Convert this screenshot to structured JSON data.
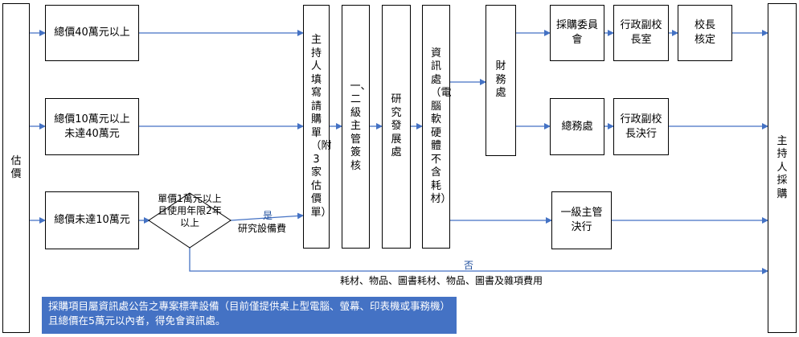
{
  "colors": {
    "arrow": "#4472c4",
    "box_border": "#000000",
    "note_bg": "#4472c4",
    "note_text": "#ffffff"
  },
  "nodes": {
    "estimate": "估價",
    "over_40": "總價40萬元以上",
    "between_10_40": "總價10萬元以上未達40萬元",
    "under_10": "總價未達10萬元",
    "decision": "單價1萬元以上且使用年限2年以上",
    "requisition": "主持人填寫請購單（附3家估價單）",
    "level12_sign": "一、二級主管簽核",
    "research_office": "研究發展處",
    "info_office": "資訊處（電腦軟硬體不含耗材）",
    "finance_office": "財務處",
    "procurement_committee": "採購委員會",
    "admin_vp_office": "行政副校長室",
    "president_approve": "校長核定",
    "general_affairs": "總務處",
    "admin_vp_decide": "行政副校長決行",
    "level1_decide": "一級主管決行",
    "pi_purchase": "主持人採購"
  },
  "labels": {
    "yes": "是",
    "yes_item": "研究設備費",
    "no": "否",
    "no_items": "耗材、物品、圖書耗材、物品、圖書及雜項費用"
  },
  "note": "採購項目屬資訊處公告之專案標準設備（目前僅提供桌上型電腦、螢幕、印表機或事務機）且總價在5萬元以內者，得免會資訊處。"
}
